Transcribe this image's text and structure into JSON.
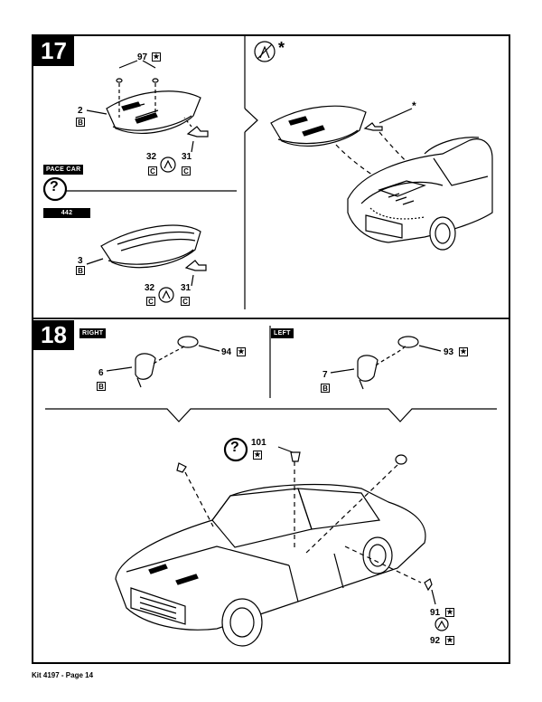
{
  "steps": {
    "s17": "17",
    "s18": "18"
  },
  "tags": {
    "pace_car": "PACE CAR",
    "t442": "442",
    "right": "RIGHT",
    "left": "LEFT"
  },
  "parts": {
    "p97": "97",
    "p2": "2",
    "p32a": "32",
    "p31a": "31",
    "p3": "3",
    "p32b": "32",
    "p31b": "31",
    "p6": "6",
    "p94": "94",
    "p7": "7",
    "p93": "93",
    "p101": "101",
    "p91": "91",
    "p92": "92"
  },
  "boxes": {
    "star": "★",
    "b": "B",
    "c": "C"
  },
  "symbols": {
    "question": "?",
    "asterisk": "*",
    "no_glue_icon": "no-glue-icon",
    "question_icon": "question-circle-icon",
    "glue_icon": "glue-icon"
  },
  "footer": "Kit 4197 - Page 14"
}
